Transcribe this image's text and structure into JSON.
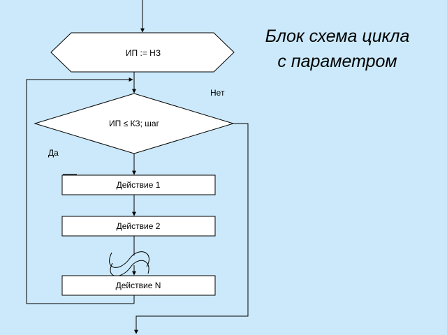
{
  "title": {
    "line1": "Блок схема цикла",
    "line2": "с параметром"
  },
  "blocks": {
    "init": "ИП := НЗ",
    "condition": "ИП  ≤  КЗ; шаг",
    "action1": "Действие 1",
    "action2": "Действие 2",
    "actionN": "Действие N"
  },
  "branches": {
    "no": "Нет",
    "yes": "Да"
  }
}
